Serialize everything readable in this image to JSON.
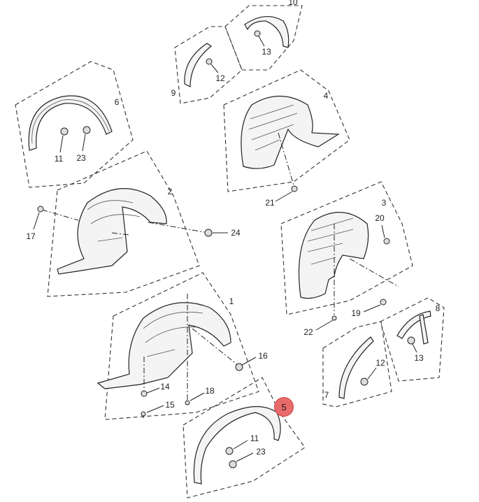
{
  "diagram": {
    "callouts": [
      "10",
      "13",
      "12",
      "9",
      "4",
      "6",
      "11",
      "23",
      "2",
      "21",
      "3",
      "17",
      "24",
      "20",
      "1",
      "8",
      "19",
      "22",
      "16",
      "12",
      "13",
      "14",
      "18",
      "7",
      "15",
      "11",
      "23"
    ],
    "highlighted_callout": "5",
    "highlight_color": "#e96a6a"
  }
}
